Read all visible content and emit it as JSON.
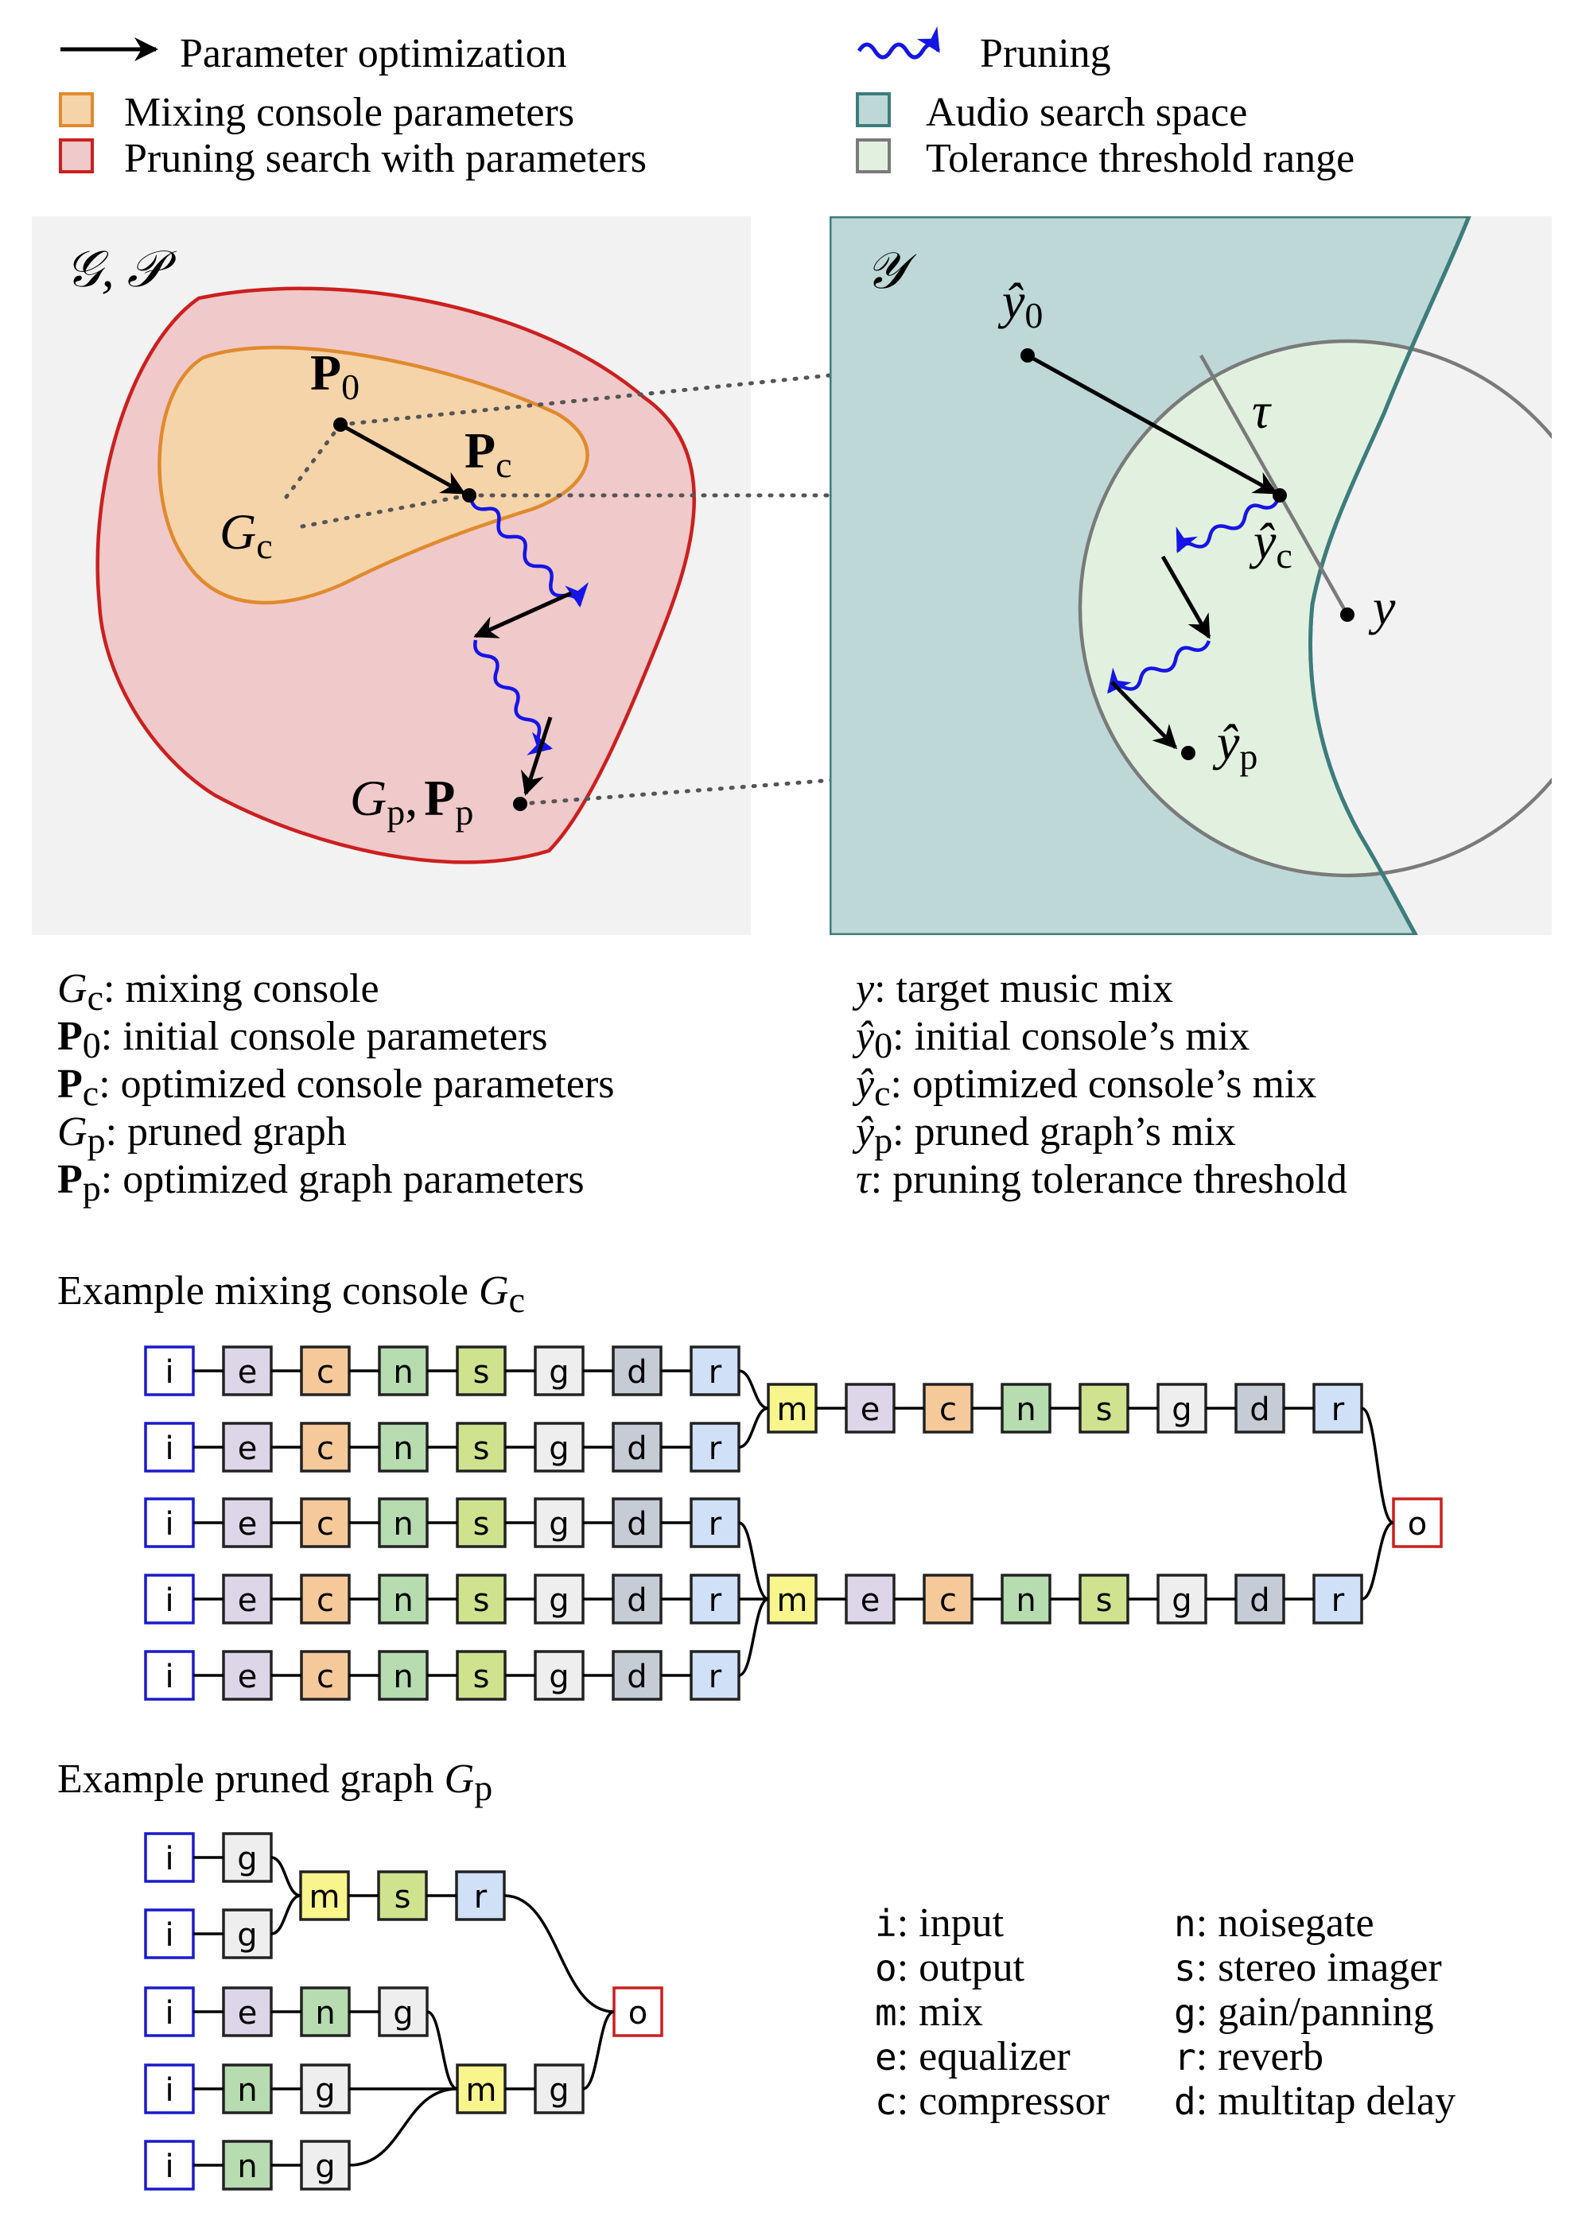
{
  "legend": {
    "param_opt": "Parameter optimization",
    "pruning": "Pruning",
    "mixing_params": "Mixing console parameters",
    "audio_space": "Audio search space",
    "pruning_search": "Pruning search with parameters",
    "tolerance_range": "Tolerance threshold range"
  },
  "colors": {
    "orange_fill": "#f5d4aa",
    "orange_edge": "#e08a2e",
    "red_fill": "#f0c9ca",
    "red_edge": "#cc1f1f",
    "teal_fill": "#bdd8d7",
    "teal_edge": "#3d7c7c",
    "tol_fill": "#e2f1df",
    "tol_edge": "#7a7a7a",
    "panel_bg": "#f2f2f2",
    "prune_arrow": "#1515e6"
  },
  "left_panel": {
    "title": "𝒢, 𝒫",
    "P0": "P",
    "P0_sub": "0",
    "Pc": "P",
    "Pc_sub": "c",
    "Gc": "G",
    "Gc_sub": "c",
    "GpPp_a": "G",
    "GpPp_a_sub": "p",
    "GpPp_comma": ",",
    "GpPp_b": "P",
    "GpPp_b_sub": "p"
  },
  "right_panel": {
    "title": "𝒴",
    "y0": "ŷ",
    "y0_sub": "0",
    "yc": "ŷ",
    "yc_sub": "c",
    "yp": "ŷ",
    "yp_sub": "p",
    "y": "y",
    "tau": "τ"
  },
  "definitions_left": [
    {
      "sym": "G",
      "sub": "c",
      "text": ": mixing console",
      "bold": false,
      "italic": true
    },
    {
      "sym": "P",
      "sub": "0",
      "text": ": initial console parameters",
      "bold": true,
      "italic": false
    },
    {
      "sym": "P",
      "sub": "c",
      "text": ": optimized console parameters",
      "bold": true,
      "italic": false
    },
    {
      "sym": "G",
      "sub": "p",
      "text": ": pruned graph",
      "bold": false,
      "italic": true
    },
    {
      "sym": "P",
      "sub": "p",
      "text": ": optimized graph parameters",
      "bold": true,
      "italic": false
    }
  ],
  "definitions_right": [
    {
      "sym": "y",
      "sub": "",
      "text": ": target music mix"
    },
    {
      "sym": "ŷ",
      "sub": "0",
      "text": ": initial console’s mix"
    },
    {
      "sym": "ŷ",
      "sub": "c",
      "text": ": optimized console’s mix"
    },
    {
      "sym": "ŷ",
      "sub": "p",
      "text": ": pruned graph’s mix"
    },
    {
      "sym": "τ",
      "sub": "",
      "text": ": pruning tolerance threshold"
    }
  ],
  "console_title": {
    "text": "Example mixing console ",
    "sym": "G",
    "sub": "c"
  },
  "pruned_title": {
    "text": "Example pruned graph ",
    "sym": "G",
    "sub": "p"
  },
  "node_colors": {
    "i": {
      "fill": "#ffffff",
      "stroke": "#1a1acc"
    },
    "o": {
      "fill": "#ffffff",
      "stroke": "#cc1f1f"
    },
    "e": {
      "fill": "#ddd5e8",
      "stroke": "#222222"
    },
    "c": {
      "fill": "#f5c99a",
      "stroke": "#222222"
    },
    "n": {
      "fill": "#b6dcb0",
      "stroke": "#222222"
    },
    "s": {
      "fill": "#cfe38f",
      "stroke": "#222222"
    },
    "g": {
      "fill": "#eeeeee",
      "stroke": "#222222"
    },
    "d": {
      "fill": "#c5ccd6",
      "stroke": "#222222"
    },
    "r": {
      "fill": "#cfe0f7",
      "stroke": "#222222"
    },
    "m": {
      "fill": "#f7f58c",
      "stroke": "#222222"
    }
  },
  "console_rows": [
    "iecnsgdr",
    "iecnsgdr",
    "iecnsgdr",
    "iecnsgdr",
    "iecnsgdr"
  ],
  "console_mix_chains": [
    "mecnsgdr",
    "mecnsgdr"
  ],
  "output_label": "o",
  "pruned_rows": [
    "ig",
    "ig",
    "ieng",
    "ing",
    "ing"
  ],
  "pruned_mix_chains": [
    "msr",
    "mg"
  ],
  "node_legend_left": [
    {
      "key": "i",
      "text": ": input"
    },
    {
      "key": "o",
      "text": ": output"
    },
    {
      "key": "m",
      "text": ": mix"
    },
    {
      "key": "e",
      "text": ": equalizer"
    },
    {
      "key": "c",
      "text": ": compressor"
    }
  ],
  "node_legend_right": [
    {
      "key": "n",
      "text": ": noisegate"
    },
    {
      "key": "s",
      "text": ": stereo imager"
    },
    {
      "key": "g",
      "text": ": gain/panning"
    },
    {
      "key": "r",
      "text": ": reverb"
    },
    {
      "key": "d",
      "text": ": multitap delay"
    }
  ]
}
